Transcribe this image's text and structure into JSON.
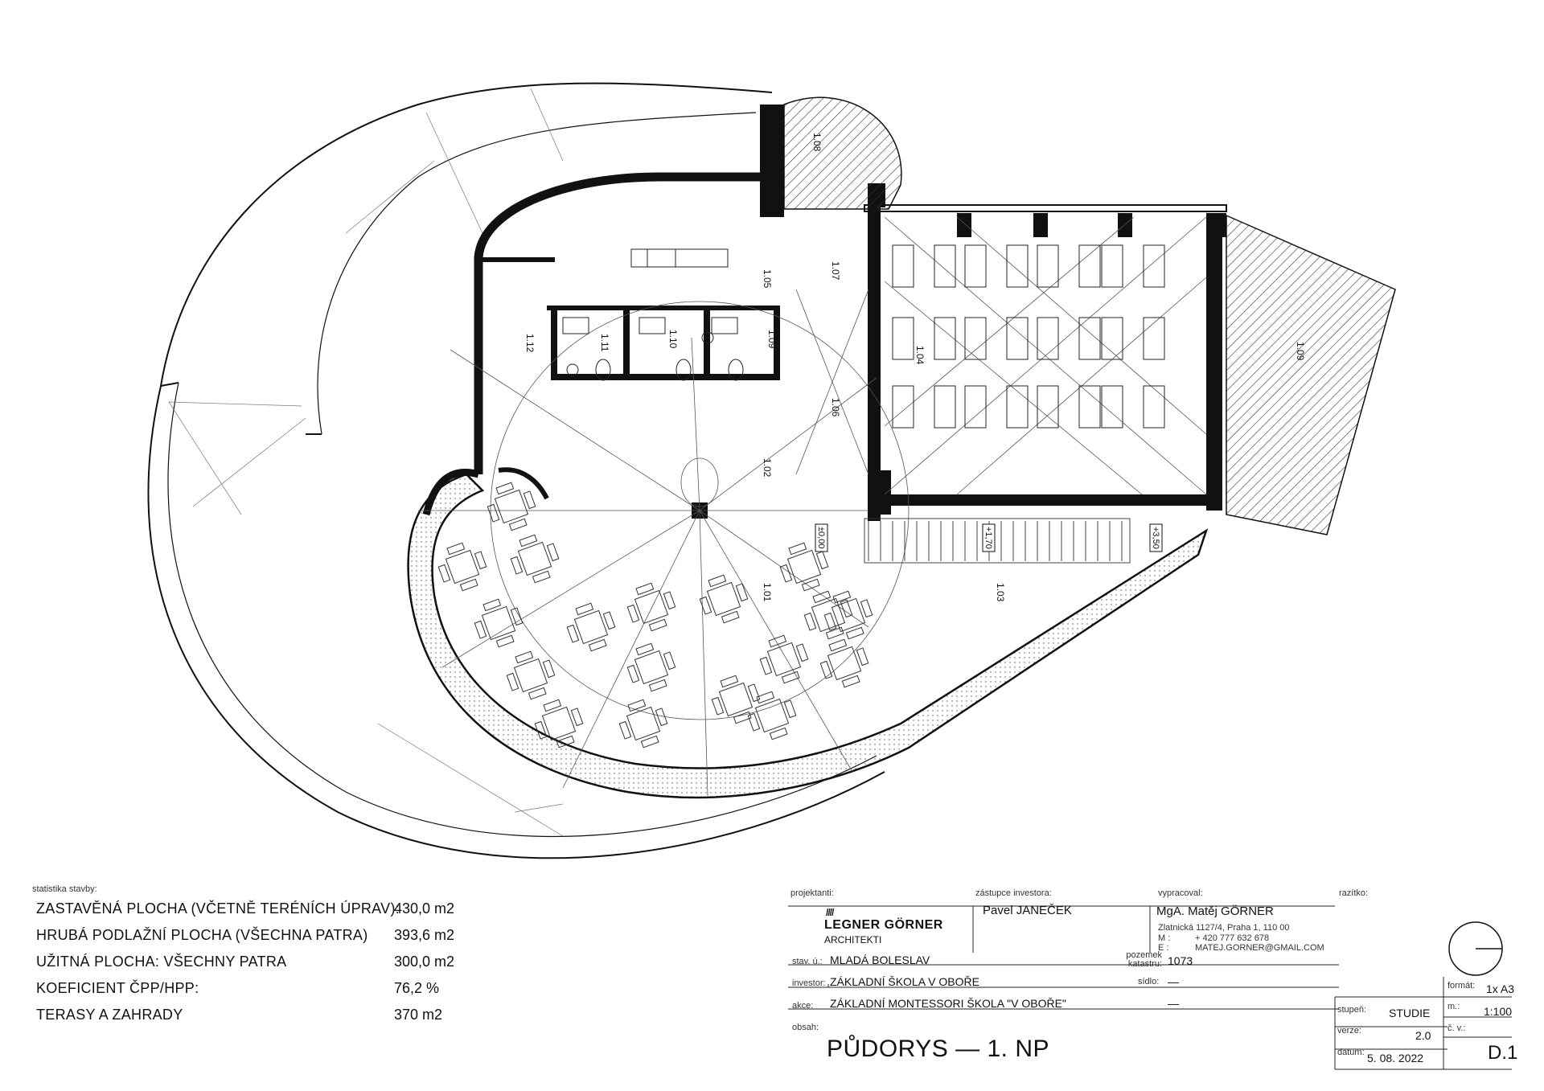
{
  "rooms": [
    {
      "id": "1.01"
    },
    {
      "id": "1.02"
    },
    {
      "id": "1.03"
    },
    {
      "id": "1.04"
    },
    {
      "id": "1.05"
    },
    {
      "id": "1.06"
    },
    {
      "id": "1.07"
    },
    {
      "id": "1.08"
    },
    {
      "id": "1.09"
    },
    {
      "id": "1.10"
    },
    {
      "id": "1.11"
    },
    {
      "id": "1.12"
    },
    {
      "id": "1.09"
    }
  ],
  "levels": [
    "±0,00",
    "+1,70",
    "+3,50"
  ],
  "statistics": {
    "heading": "statistika stavby:",
    "rows": [
      {
        "label": "ZASTAVĚNÁ PLOCHA (VČETNĚ TERÉNÍCH ÚPRAV):",
        "value": "430,0 m2"
      },
      {
        "label": "HRUBÁ PODLAŽNÍ PLOCHA (VŠECHNA PATRA)",
        "value": "393,6 m2"
      },
      {
        "label": "UŽITNÁ PLOCHA: VŠECHNY PATRA",
        "value": "300,0 m2"
      },
      {
        "label": "KOEFICIENT ČPP/HPP:",
        "value": "76,2 %"
      },
      {
        "label": "TERASY A ZAHRADY",
        "value": "370 m2"
      }
    ]
  },
  "titleblock": {
    "projektanti_label": "projektanti:",
    "logo_mark": "////",
    "firm_name": "LEGNER GÖRNER",
    "firm_sub": "ARCHITEKTI",
    "zastupce_label": "zástupce investora:",
    "zastupce_value": "Pavel JANEČEK",
    "vypracoval_label": "vypracoval:",
    "vypracoval_name": "MgA. Matěj GÖRNER",
    "address": "Zlatnická 1127/4, Praha 1, 110 00",
    "phone_label": "M :",
    "phone": "+ 420 777 632 678",
    "email_label": "E :",
    "email": "MATEJ.GORNER@GMAIL.COM",
    "razitko_label": "razítko:",
    "stav_label": "stav. ú.:",
    "stav_value": "MLADÁ BOLESLAV",
    "pozemek_label": "pozemek katastru:",
    "pozemek_value": "1073",
    "investor_label": "investor:",
    "investor_value": "ZÁKLADNÍ ŠKOLA V OBOŘE",
    "sidlo_label": "sídlo:",
    "sidlo_value": "—",
    "akce_label": "akce:",
    "akce_value": "ZÁKLADNÍ MONTESSORI ŠKOLA \"V OBOŘE\"",
    "akce_dash": "—",
    "obsah_label": "obsah:",
    "obsah_value": "PŮDORYS — 1. NP",
    "stupen_label": "stupeň:",
    "stupen_value": "STUDIE",
    "verze_label": "verze:",
    "verze_value": "2.0",
    "datum_label": "datum:",
    "datum_value": "5. 08. 2022",
    "format_label": "formát:",
    "format_value": "1x A3",
    "scale_label": "m.:",
    "scale_value": "1:100",
    "cv_label": "č. v.:",
    "cv_value": "D.1"
  }
}
